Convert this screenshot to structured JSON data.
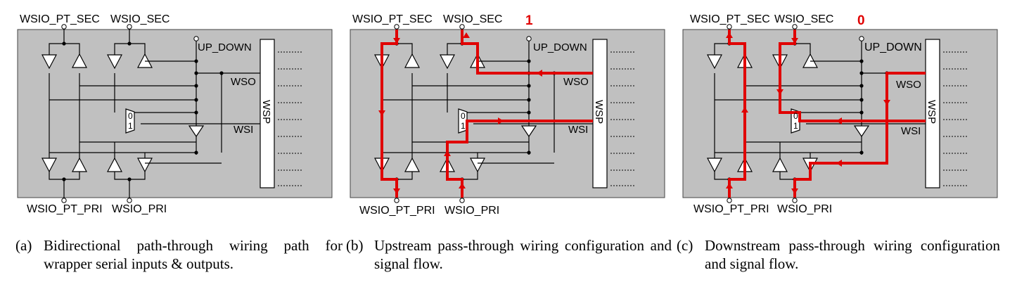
{
  "panels": [
    {
      "pt_sec": "WSIO_PT_SEC",
      "sec": "WSIO_SEC",
      "pt_pri": "WSIO_PT_PRI",
      "pri": "WSIO_PRI",
      "up_down": "UP_DOWN",
      "wso": "WSO",
      "wsi": "WSI",
      "wsp": "WSP",
      "mux0": "0",
      "mux1": "1",
      "select_value": "",
      "highlight": "none",
      "caption_marker": "(a)",
      "caption_text": "Bidirectional path-through wiring path for wrapper serial inputs & outputs."
    },
    {
      "pt_sec": "WSIO_PT_SEC",
      "sec": "WSIO_SEC",
      "pt_pri": "WSIO_PT_PRI",
      "pri": "WSIO_PRI",
      "up_down": "UP_DOWN",
      "wso": "WSO",
      "wsi": "WSI",
      "wsp": "WSP",
      "mux0": "0",
      "mux1": "1",
      "select_value": "1",
      "highlight": "upstream",
      "caption_marker": "(b)",
      "caption_text": "Upstream pass-through wiring configuration and signal flow."
    },
    {
      "pt_sec": "WSIO_PT_SEC",
      "sec": "WSIO_SEC",
      "pt_pri": "WSIO_PT_PRI",
      "pri": "WSIO_PRI",
      "up_down": "UP_DOWN",
      "wso": "WSO",
      "wsi": "WSI",
      "wsp": "WSP",
      "mux0": "0",
      "mux1": "1",
      "select_value": "0",
      "highlight": "downstream",
      "caption_marker": "(c)",
      "caption_text": "Downstream pass-through wiring configuration and signal flow."
    }
  ],
  "colors": {
    "box_fill": "#c0c0c0",
    "highlight": "#e00000",
    "wire": "#000000"
  }
}
